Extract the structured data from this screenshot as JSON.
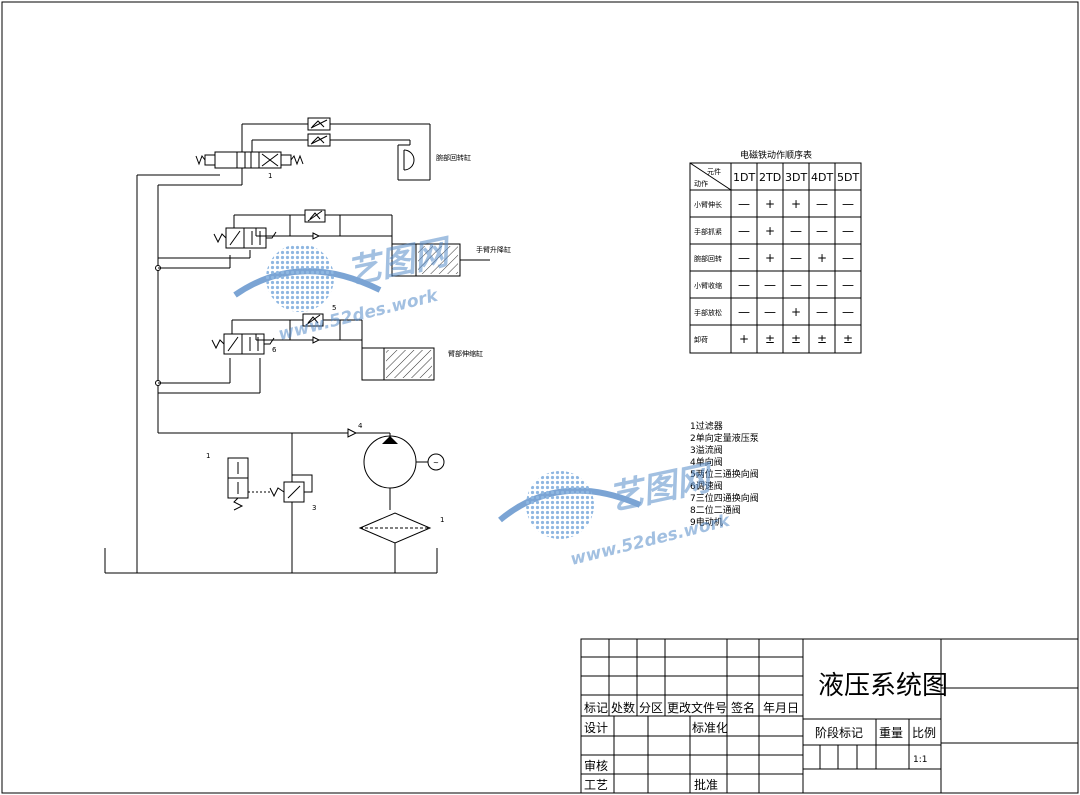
{
  "diagram": {
    "labels": {
      "rotary_cylinder": "腕部回转缸",
      "arm_lift_cylinder": "手臂升降缸",
      "arm_extend_cylinder": "臂部伸缩缸",
      "n_filter": "1",
      "n_pump": "4",
      "n_valve": "5",
      "n_valve_b": "6",
      "n_valve_c": "3",
      "n_top": "1",
      "n_left": "1",
      "motor_symbol": "~"
    }
  },
  "sequence_table": {
    "title": "电磁铁动作顺序表",
    "corner_top": "元件",
    "corner_bottom": "动作",
    "headers": [
      "1DT",
      "2TD",
      "3DT",
      "4DT",
      "5DT"
    ],
    "rows": [
      {
        "action": "小臂伸长",
        "cells": [
          "—",
          "+",
          "+",
          "—",
          "—"
        ]
      },
      {
        "action": "手部抓紧",
        "cells": [
          "—",
          "+",
          "—",
          "—",
          "—"
        ]
      },
      {
        "action": "腕部回转",
        "cells": [
          "—",
          "+",
          "—",
          "+",
          "—"
        ]
      },
      {
        "action": "小臂收缩",
        "cells": [
          "—",
          "—",
          "—",
          "—",
          "—"
        ]
      },
      {
        "action": "手部放松",
        "cells": [
          "—",
          "—",
          "+",
          "—",
          "—"
        ]
      },
      {
        "action": "卸荷",
        "cells": [
          "+",
          "±",
          "±",
          "±",
          "±"
        ]
      }
    ]
  },
  "parts_list": [
    "1过滤器",
    "2单向定量液压泵",
    "3溢流阀",
    "4单向阀",
    "5两位三通换向阀",
    "6调速阀",
    "7三位四通换向阀",
    "8二位二通阀",
    "9电动机"
  ],
  "title_block": {
    "title": "液压系统图",
    "col_labels": [
      "标记",
      "处数",
      "分区",
      "更改文件号",
      "签名",
      "年月日"
    ],
    "design": "设计",
    "standardize": "标准化",
    "review": "审核",
    "process": "工艺",
    "approve": "批准",
    "stage_mark": "阶段标记",
    "weight": "重量",
    "scale": "比例",
    "scale_value": "1:1"
  },
  "watermark": {
    "brand": "艺图网",
    "url": "www.52des.work"
  }
}
